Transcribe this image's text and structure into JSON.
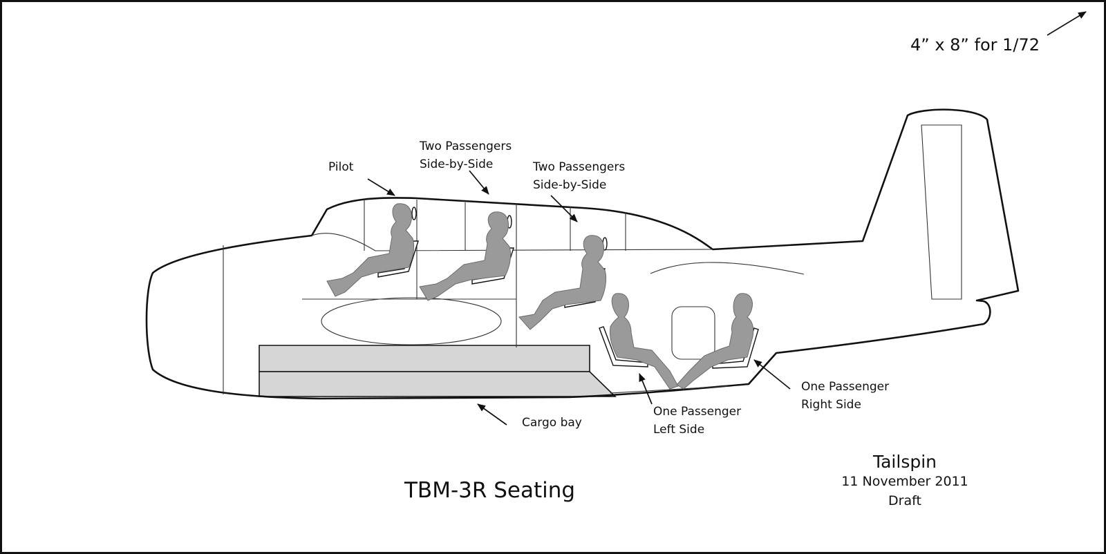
{
  "scale_note": "4” x 8” for 1/72",
  "labels": {
    "pilot": "Pilot",
    "row1_line1": "Two Passengers",
    "row1_line2": "Side-by-Side",
    "row2_line1": "Two Passengers",
    "row2_line2": "Side-by-Side",
    "left_line1": "One Passenger",
    "left_line2": "Left Side",
    "right_line1": "One Passenger",
    "right_line2": "Right Side",
    "cargo": "Cargo bay"
  },
  "title": "TBM-3R Seating",
  "credit": {
    "author": "Tailspin",
    "date": "11 November 2011",
    "status": "Draft"
  },
  "colors": {
    "figure_fill": "#9a9a9a",
    "cargo_fill": "#d6d6d6",
    "line": "#111111"
  }
}
